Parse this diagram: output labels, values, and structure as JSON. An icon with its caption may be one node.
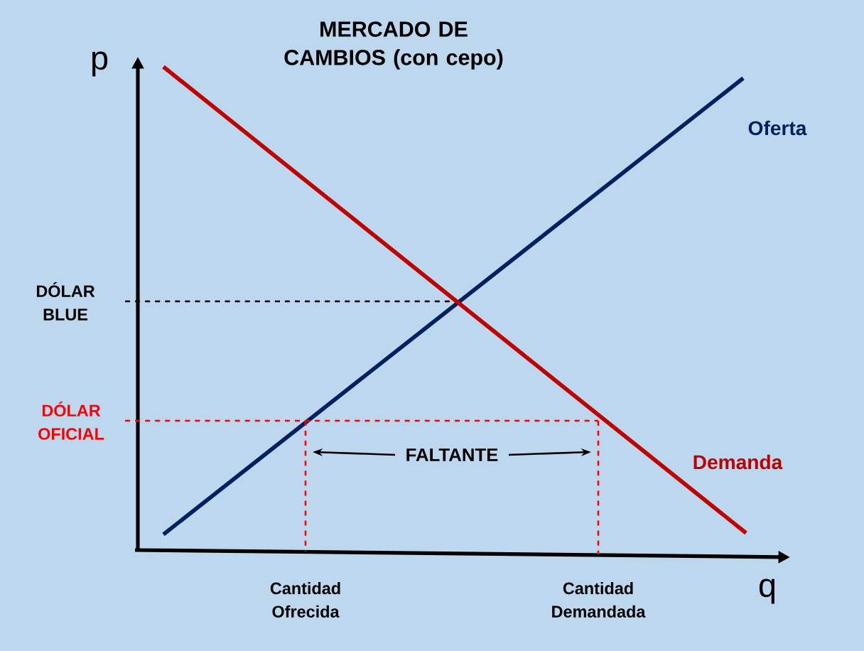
{
  "diagram": {
    "title": "MERCADO DE CAMBIOS (con cepo)",
    "labels": [
      "p",
      "Oferta",
      "DÓLAR BLUE",
      "DÓLAR OFICIAL",
      "Demanda",
      "FALTANTE",
      "q",
      "Cantidad Ofrecida",
      "Cantidad Demandada"
    ]
  }
}
